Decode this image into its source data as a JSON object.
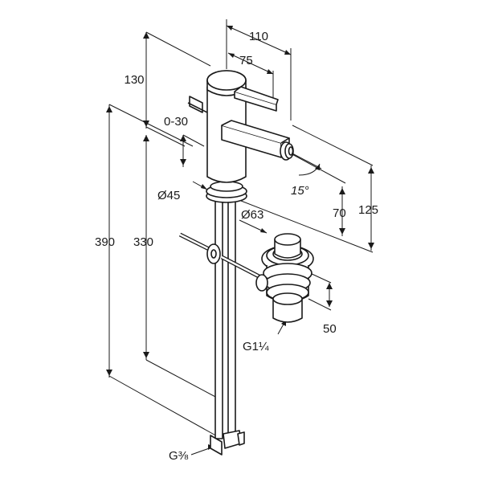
{
  "dimensions": {
    "width_110": "110",
    "width_75": "75",
    "height_130": "130",
    "range_0_30": "0-30",
    "diameter_45": "Ø45",
    "angle_15": "15°",
    "height_70": "70",
    "height_125": "125",
    "diameter_63": "Ø63",
    "height_390": "390",
    "height_330": "330",
    "height_50": "50",
    "thread_g1_1_4": "G1¼",
    "thread_g3_8": "G⅜"
  }
}
